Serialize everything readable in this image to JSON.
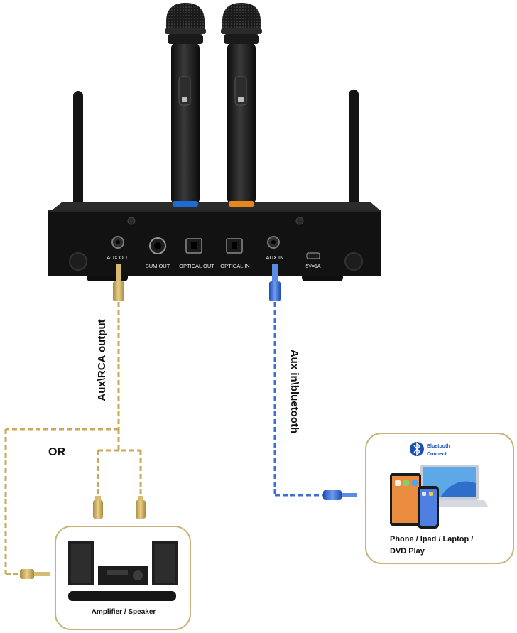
{
  "receiver": {
    "ports": {
      "aux_out": "AUX OUT",
      "sum_out": "SUM OUT",
      "optical_out": "OPTICAL OUT",
      "optical_in": "OPTICAL IN",
      "aux_in": "AUX IN",
      "usb_power": "5V=1A"
    }
  },
  "labels": {
    "aux_rca_output": "Aux\\RCA output",
    "aux_in_bluetooth": "Aux in\\bluetooth",
    "or": "OR"
  },
  "devices": {
    "amplifier": "Amplifier / Speaker",
    "bluetooth_title": "Bluetooth",
    "bluetooth_sub": "Connect",
    "phone_line1": "Phone / Ipad / Laptop /",
    "phone_line2": "DVD Play"
  },
  "colors": {
    "gold_cable": "#c8aa5a",
    "blue_cable": "#3a6fd8",
    "mic_blue_ring": "#1f6bd6",
    "mic_orange_ring": "#e8861c",
    "box_border": "#c9b27a"
  },
  "icons": [
    "microphone-icon",
    "antenna-icon",
    "bluetooth-icon",
    "speaker-icon",
    "laptop-icon",
    "tablet-icon",
    "phone-icon"
  ]
}
